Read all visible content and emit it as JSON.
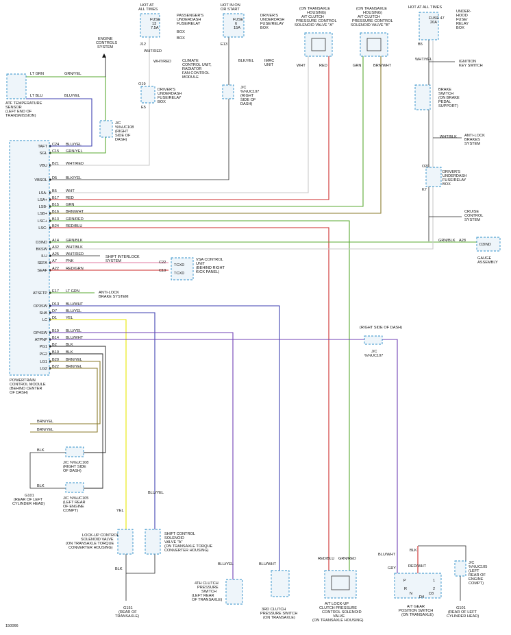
{
  "colors": {
    "green": "#5aa832",
    "blue": "#3d3fb0",
    "red": "#cc2a2a",
    "lightgray": "#c9c9c9",
    "brown": "#8a5a2b",
    "yellow": "#e6e600",
    "purple": "#6f3fb5",
    "orange": "#e08a1e",
    "olive": "#8a7a2a",
    "pink": "#e07aa0",
    "boxstroke": "#2f8fc8",
    "boxfill": "#eef5fa"
  },
  "pcm": {
    "title": "POWERTRAIN CONTROL MODULE (BEHIND CENTER OF DASH)",
    "pins": [
      "TAFT",
      "SGL",
      "VBU",
      "VBSOL",
      "LSA-",
      "LSA+",
      "LSB-",
      "LSB+",
      "LSC+",
      "LSC-",
      "D3IND",
      "BKSW",
      "ILU",
      "SEFA",
      "SEAF",
      "ATSFTP",
      "OP3SW",
      "SHA",
      "LC",
      "OP4SW",
      "ATPNP",
      "PG1",
      "PG2",
      "LG1",
      "LG2"
    ],
    "pinnums": [
      "C24",
      "C15",
      "B21",
      "D5",
      "B5",
      "B17",
      "B15",
      "B16",
      "B13",
      "B24",
      "A14",
      "A32",
      "A25",
      "A7",
      "A22",
      "E17",
      "D13",
      "D7",
      "D1",
      "B19",
      "B14",
      "B2",
      "B10",
      "B20",
      "B22"
    ],
    "wirecolors": [
      "BLU/YEL",
      "GRN/YEL",
      "WHT/RED",
      "BLK/YEL",
      "WHT",
      "RED",
      "GRN",
      "BRN/WHT",
      "GRN/RED",
      "RED/BLU",
      "GRN/BLK",
      "WHT/BLK",
      "WHT/RED",
      "PNK",
      "RED/GRN",
      "LT GRN",
      "BLU/WHT",
      "BLU/YEL",
      "YEL",
      "BLU/YEL",
      "BLU/WHT",
      "BLK",
      "BLK",
      "BRN/YEL",
      "BRN/YEL"
    ]
  },
  "labels": {
    "atf_sensor": "ATF TEMPERATURE SENSOR (LEFT END OF TRANSMISSION)",
    "lt_grn": "LT GRN",
    "lt_blu": "LT BLU",
    "grn_yel": "GRN/YEL",
    "blu_yel": "BLU/YEL",
    "ecs": "ENGINE CONTROLS SYSTEM",
    "hot_all_times": "HOT AT ALL TIMES",
    "hot_run": "HOT IN ON OR START",
    "fuse13": "FUSE 13 7.5A",
    "fuse6": "FUSE 6 15A",
    "fuse47": "FUSE 47 20A",
    "pass_box": "PASSENGER'S UNDERDASH FUSE/RELAY BOX",
    "drv_box": "DRIVER'S UNDERDASH FUSE/RELAY BOX",
    "underhood": "UNDER-HOOD FUSE/RELAY BOX",
    "climate": "CLIMATE CONTROL UNIT, RADIATOR FAN CONTROL MODULE",
    "imrc": "IMRC UNIT",
    "ign_key": "IGNITION KEY SWITCH",
    "brake_sw": "BRAKE SWITCH (ON BRAKE PEDAL SUPPORT)",
    "abs": "ANTI-LOCK BRAKES SYSTEM",
    "cruise": "CRUISE CONTROL SYSTEM",
    "valve_a": "(ON TRANSAXLE HOUSING) A/T CLUTCH PRESSURE CONTROL SOLENOID VALVE \"A\"",
    "valve_b": "(ON TRANSAXLE HOUSING) A/T CLUTCH PRESSURE CONTROL SOLENOID VALVE \"B\"",
    "jc108": "J/C %%UC108 (RIGHT SIDE OF DASH)",
    "jc107": "J/C %%UC107 (RIGHT SIDE OF DASH)",
    "jc107b": "J/C %%UC107",
    "jc105": "J/C %%UC105 (LEFT REAR OF ENGINE COMPT)",
    "shift_interlock": "SHIFT INTERLOCK SYSTEM",
    "vsa": "VSA CONTROL UNIT (BEHIND RIGHT KICK PANEL)",
    "tcxd": "TCXD",
    "tcxd2": "TCXD",
    "c22": "C22",
    "c10": "C10",
    "abs2": "ANTI-LOCK BRAKE SYSTEM",
    "gauge": "GAUGE ASSEMBLY",
    "d3ind": "D3IND",
    "right_dash": "(RIGHT SIDE OF DASH)",
    "g101": "G101 (REAR OF LEFT CYLINDER HEAD)",
    "g151": "G151 (REAR OF TRANSAXLE)",
    "lockup_sol": "LOCK-UP CONTROL SOLENOID VALVE (ON TRANSAXLE TORQUE CONVERTER HOUSING)",
    "shift_sol": "SHIFT CONTROL SOLENOID VALVE \"A\" (ON TRANSAXLE TORQUE CONVERTER HOUSING)",
    "sw4": "4TH CLUTCH PRESSURE SWITCH (LEFT REAR OF TRANSAXLE)",
    "sw3": "3RD CLUTCH PRESSURE SWITCH (ON TRANSAXLE)",
    "lockup_valve": "A/T LOCK-UP CLUTCH PRESSURE CONTROL SOLENOID VALVE (ON TRANSAXLE HOUSING)",
    "gear_sw": "A/T GEAR POSITION SWITCH (ON TRANSAXLE)",
    "figure_id": "150066",
    "box": "BOX",
    "wht_red": "WHT/RED",
    "blk_yel": "BLK/YEL",
    "wht_yel": "WHT/YEL",
    "wht_blk": "WHT/BLK",
    "yel": "YEL",
    "blu_yel_v": "BLU/YEL",
    "blk": "BLK",
    "brn_yel": "BRN/YEL",
    "blu_wht": "BLU/WHT",
    "red_blu": "RED/BLU",
    "grn_red": "GRN/RED",
    "gry": "GRY",
    "red_wht": "RED/WHT",
    "wht": "WHT",
    "red": "RED",
    "grn": "GRN",
    "brn_wht": "BRN/WHT",
    "grn_blk": "GRN/BLK",
    "a28": "A28",
    "j12": "J12",
    "e13": "E13",
    "b5": "B5",
    "o19": "O19",
    "e5": "E5",
    "o20": "O20",
    "k7": "K7"
  }
}
